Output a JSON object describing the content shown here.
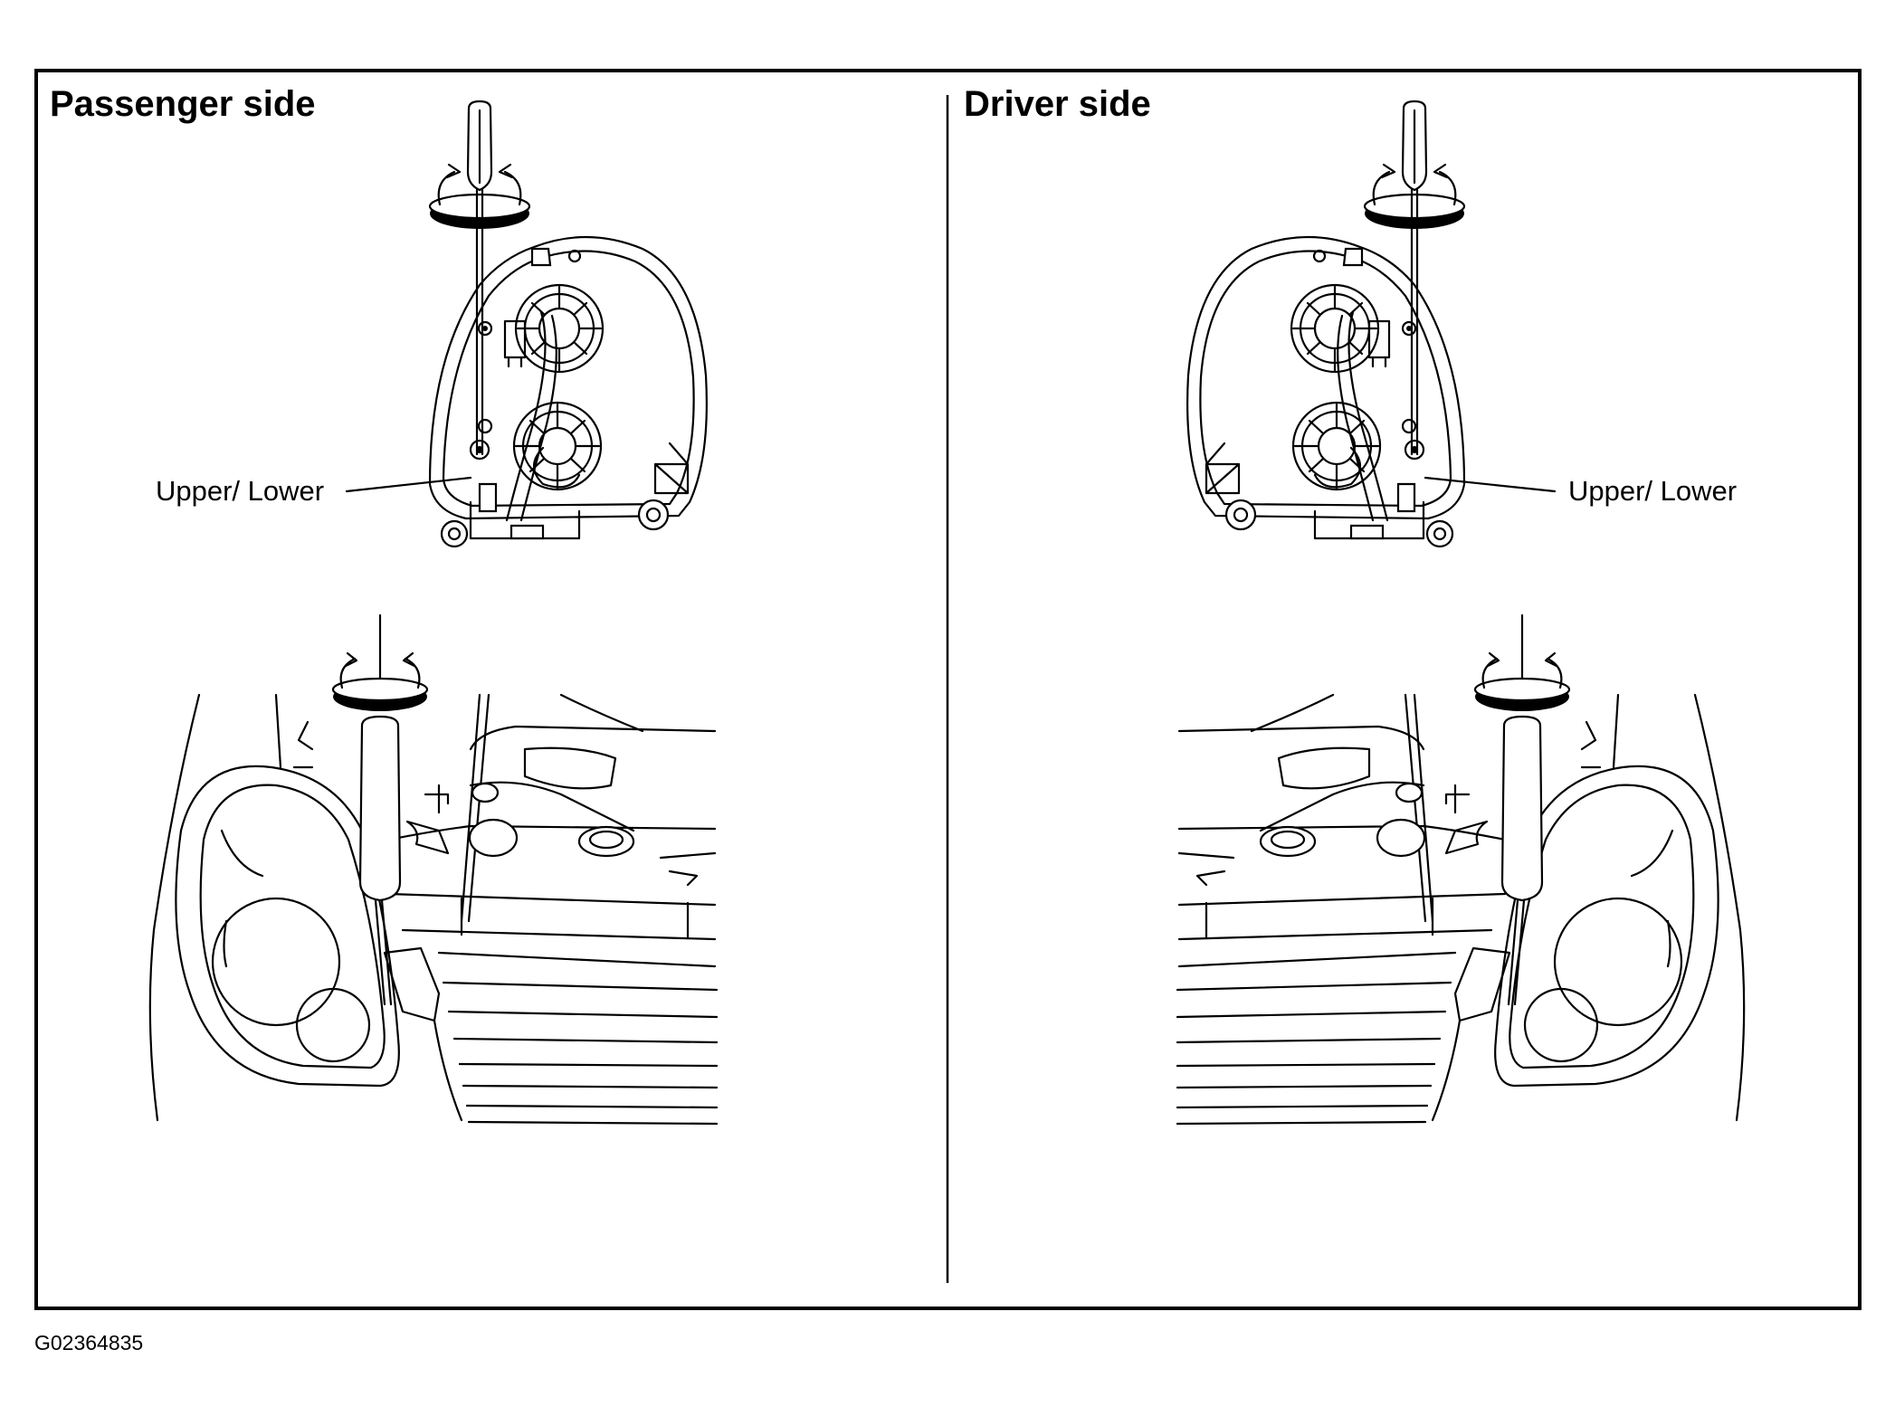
{
  "panels": {
    "left": {
      "title": "Passenger side",
      "callout": "Upper/ Lower"
    },
    "right": {
      "title": "Driver side",
      "callout": "Upper/ Lower"
    }
  },
  "figure_id": "G02364835",
  "icons": [
    "screwdriver-icon",
    "rotation-arrows-icon",
    "headlamp-assembly-icon",
    "vehicle-front-icon"
  ],
  "colors": {
    "line": "#000000",
    "background": "#ffffff"
  }
}
